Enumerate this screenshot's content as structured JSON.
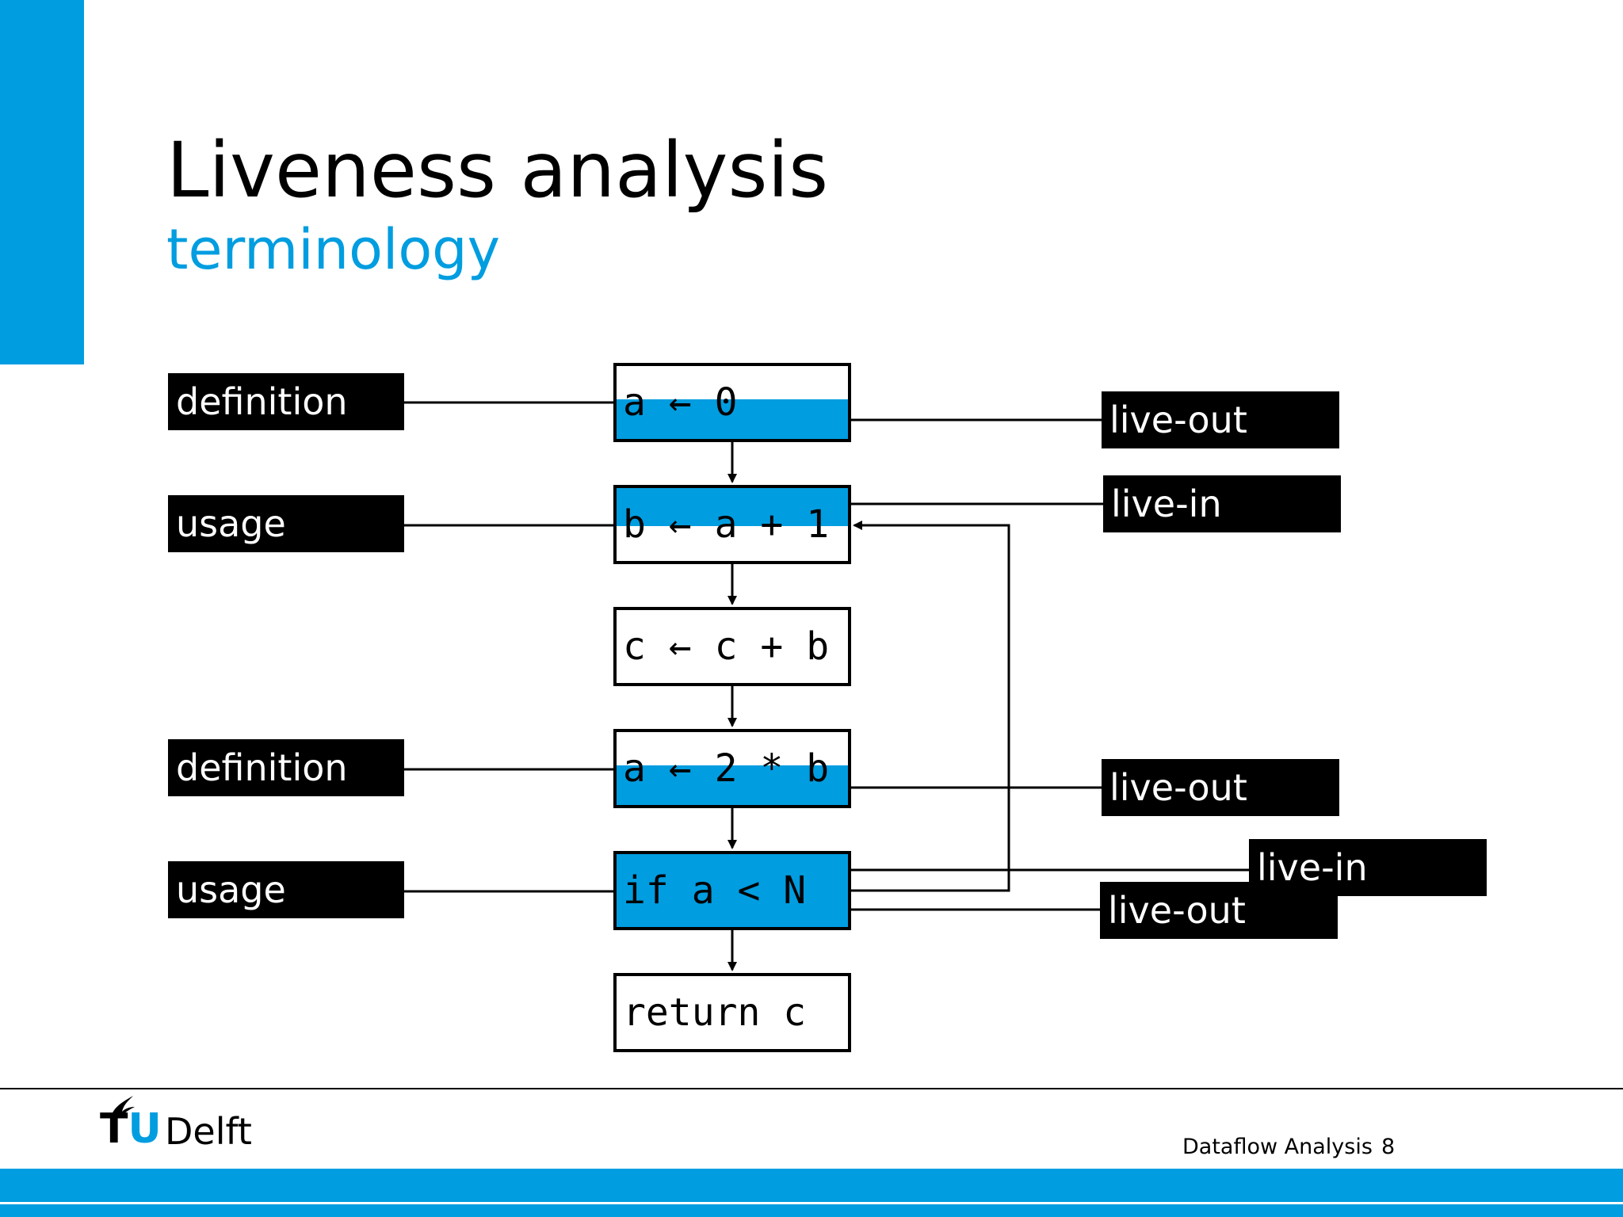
{
  "slide": {
    "title": "Liveness analysis",
    "subtitle": "terminology",
    "accent_color": "#009de0"
  },
  "blocks": [
    {
      "code": "a ← 0",
      "highlight": "bottom-half"
    },
    {
      "code": "b ← a + 1",
      "highlight": "top-half"
    },
    {
      "code": "c ← c + b",
      "highlight": "none"
    },
    {
      "code": "a ← 2 * b",
      "highlight": "bottom-half"
    },
    {
      "code": "if a < N",
      "highlight": "full"
    },
    {
      "code": "return c",
      "highlight": "none"
    }
  ],
  "left_tags": [
    {
      "label": "definition"
    },
    {
      "label": "usage"
    },
    {
      "label": "definition"
    },
    {
      "label": "usage"
    }
  ],
  "right_tags": [
    {
      "label": "live-out"
    },
    {
      "label": "live-in"
    },
    {
      "label": "live-out"
    },
    {
      "label": "live-in"
    },
    {
      "label": "live-out"
    }
  ],
  "footer": {
    "logo_tu": "TU",
    "logo_delft": "Delft",
    "course": "Dataflow Analysis",
    "page_number": "8"
  }
}
